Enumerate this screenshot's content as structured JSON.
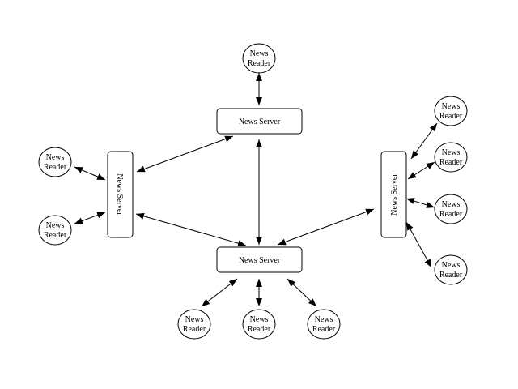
{
  "diagram": {
    "server_label": "News Server",
    "reader_line1": "News",
    "reader_line2": "Reader",
    "stroke_color": "#000000",
    "background_color": "#ffffff"
  }
}
